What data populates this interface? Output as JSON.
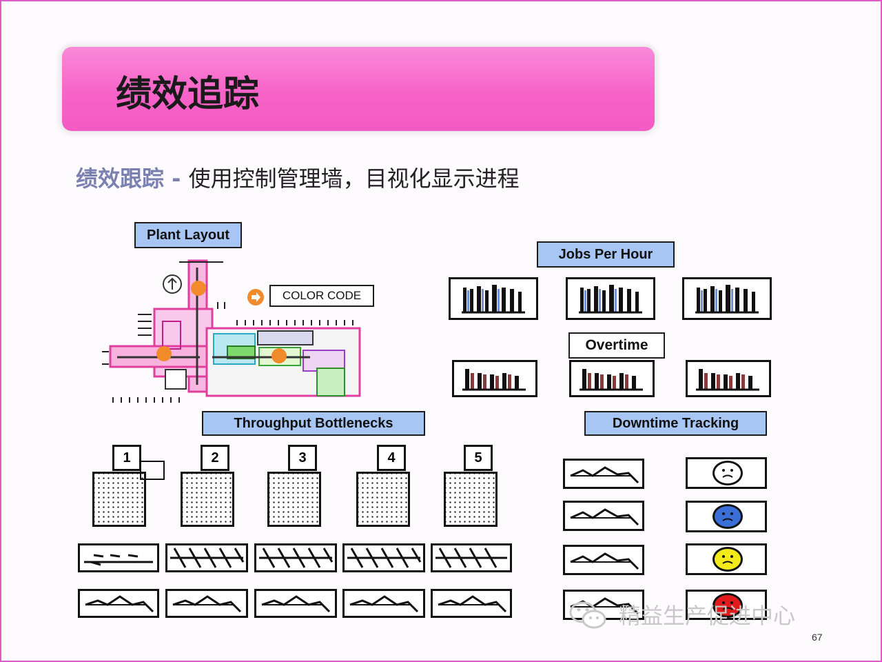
{
  "slide": {
    "title": "绩效追踪",
    "subtitle_lead": "绩效跟踪",
    "subtitle_dash": " - ",
    "subtitle_rest": "使用控制管理墙，目视化显示进程",
    "page_number": "67"
  },
  "labels": {
    "plant_layout": "Plant Layout",
    "color_code": "COLOR CODE",
    "jobs_per_hour": "Jobs Per Hour",
    "overtime": "Overtime",
    "throughput": "Throughput Bottlenecks",
    "downtime": "Downtime Tracking"
  },
  "stations": [
    "1",
    "2",
    "3",
    "4",
    "5"
  ],
  "downtime_face_colors": [
    "#ffffff",
    "#3a6fd8",
    "#f2ea1a",
    "#e11b1b"
  ],
  "watermark": "精益生产促进中心",
  "icons": [
    "arrow-icon",
    "wechat-icon"
  ]
}
